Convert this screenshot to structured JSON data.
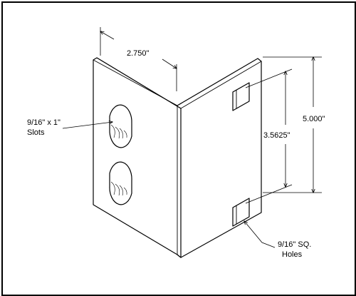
{
  "drawing": {
    "dim_width": "2.750\"",
    "dim_height": "5.000\"",
    "dim_hole_spacing": "3.5625\"",
    "slots_label_line1": "9/16\" x 1\"",
    "slots_label_line2": "Slots",
    "holes_label_line1": "9/16\" SQ.",
    "holes_label_line2": "Holes"
  }
}
